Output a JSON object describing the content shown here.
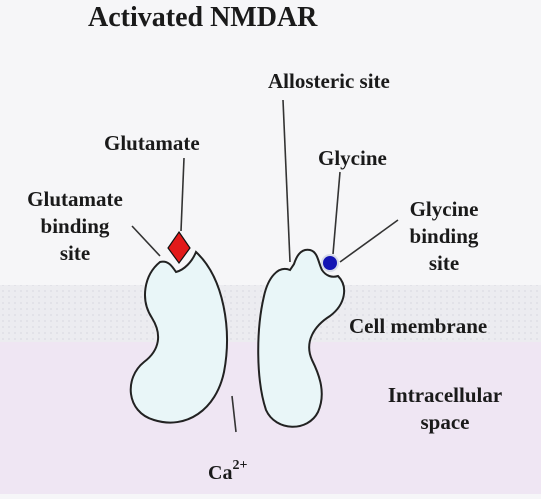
{
  "title": "Activated NMDAR",
  "labels": {
    "allosteric_site": "Allosteric site",
    "glutamate": "Glutamate",
    "glycine": "Glycine",
    "glutamate_binding_site": [
      "Glutamate",
      "binding",
      "site"
    ],
    "glycine_binding_site": [
      "Glycine",
      "binding",
      "site"
    ],
    "cell_membrane": "Cell membrane",
    "intracellular_space": [
      "Intracellular",
      "space"
    ],
    "calcium": {
      "base": "Ca",
      "sup": "2+"
    }
  },
  "colors": {
    "background": "#f6f6f8",
    "membrane": "#ececf0",
    "intracellular": "#efe6f3",
    "subunit_fill": "#e9f6f8",
    "glutamate_fill": "#e21a1a",
    "glycine_fill": "#1414b4",
    "leader_line": "#333333"
  }
}
